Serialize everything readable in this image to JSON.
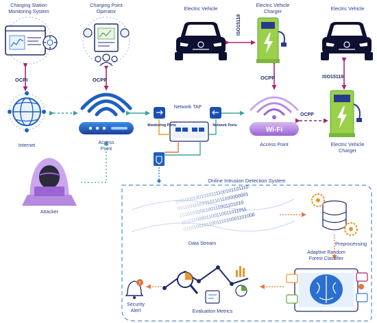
{
  "nodes": {
    "cs_monitor": {
      "line1": "Charging Station",
      "line2": "Monitoring System"
    },
    "cp_operator": {
      "line1": "Charging Point",
      "line2": "Operator"
    },
    "ev_left": {
      "label": "Electric Vehicle"
    },
    "evc_top": {
      "line1": "Electric Vehicle",
      "line2": "Charger"
    },
    "ev_right": {
      "label": "Electric Vehicle"
    },
    "internet": {
      "label": "Internet"
    },
    "ap_left": {
      "line1": "Access",
      "line2": "Point"
    },
    "network_tap": {
      "label": "Network TAP",
      "monitoring_ports": "Monitoring Ports",
      "network_ports": "Network Ports"
    },
    "wifi_ap": {
      "badge": "Wi-Fi",
      "label": "Access Point"
    },
    "evc_right": {
      "line1": "Electric Vehicle",
      "line2": "Charger"
    },
    "attacker": {
      "label": "Attacker"
    }
  },
  "protocols": {
    "ocpi": "OCPI",
    "ocpp_left": "OCPP",
    "iso_top": "ISO15118",
    "ocpp_mid": "OCPP",
    "iso_right": "ISO15118",
    "ocpp_right": "OCPP"
  },
  "ids": {
    "title": "Online Intrusion Detection System",
    "data_stream": "Data Stream",
    "bits": [
      "10110001001010111100101101110",
      "0011101110101011011000000001",
      "1010101000100111001101010",
      "10111100001100110011011011",
      "0110100101100111010001101000"
    ],
    "preprocessing": "Preprocessing",
    "classifier": {
      "line1": "Adaptive Random",
      "line2": "Forest Classifier"
    },
    "evaluation": "Evaluation Metrics",
    "alert": {
      "line1": "Security",
      "line2": "Alert"
    }
  },
  "colors": {
    "navy": "#1f2a6b",
    "magenta": "#b0206e",
    "teal": "#3aa3a0",
    "green": "#5aa83c",
    "purple": "#8e5cc8",
    "orange": "#e8962a",
    "blue": "#2a7bd1"
  }
}
